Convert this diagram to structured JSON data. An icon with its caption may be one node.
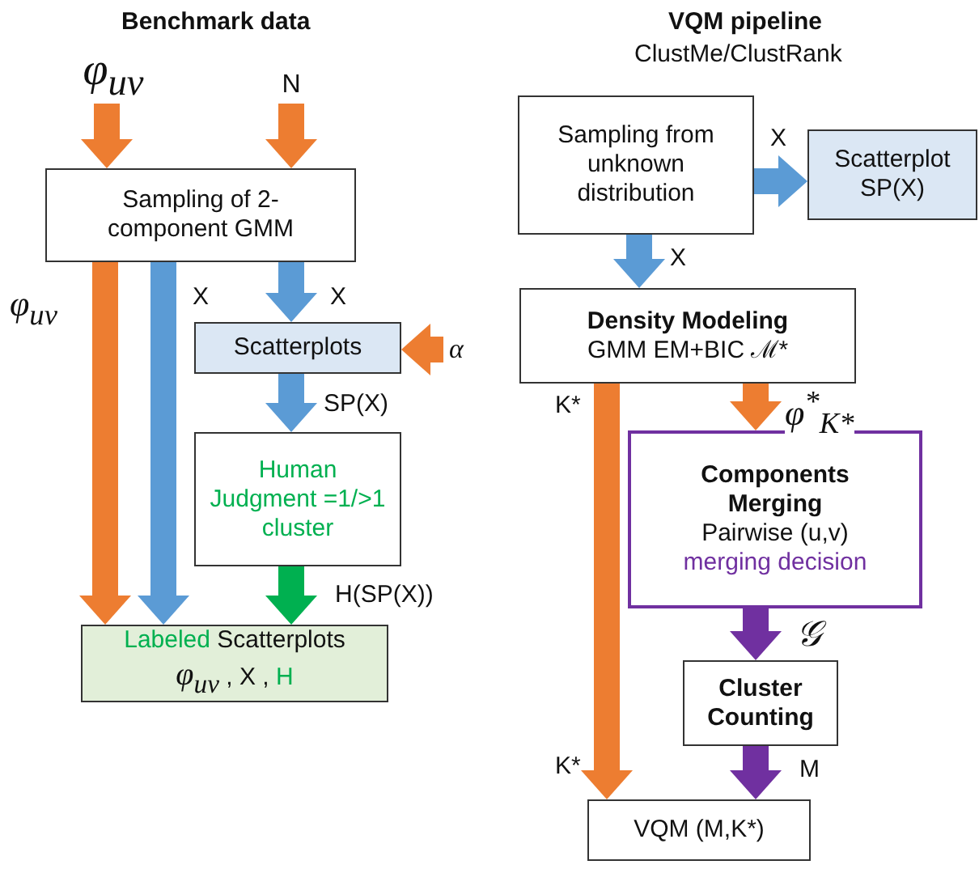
{
  "diagram": {
    "nodes": [
      {
        "text": [
          "φ$_{uv}$"
        ]
      },
      {
        "text": [
          "N"
        ]
      },
      {
        "text": [
          "Sampling of 2-component GMM"
        ]
      },
      {
        "text": [
          "α"
        ]
      },
      {
        "text": [
          "Scatterplots"
        ]
      },
      {
        "text": [
          "Human Judgment =1/>1 cluster"
        ]
      },
      {
        "text": [
          "Labeled",
          "Scatterplots",
          "φ$_{uv}$",
          ", X ,",
          "H"
        ]
      },
      {
        "text": [
          "Sampling from unknown distribution"
        ]
      },
      {
        "text": [
          "Scatterplot SP(X)"
        ]
      },
      {
        "text": [
          "Density Modeling",
          "GMM EM+BIC ℳ*"
        ]
      },
      {
        "text": [
          "Components Merging",
          "Pairwise (u,v)",
          "merging decision"
        ]
      },
      {
        "text": [
          "Cluster Counting"
        ]
      },
      {
        "text": [
          "VQM (M,K*)"
        ]
      }
    ],
    "edges": [
      {
        "from": 0,
        "to": 2,
        "arrow": "to"
      },
      {
        "from": 1,
        "to": 2,
        "arrow": "to"
      },
      {
        "from": 2,
        "to": 6,
        "arrow": "to",
        "label": "φ$_{uv}$"
      },
      {
        "from": 2,
        "to": 6,
        "arrow": "to",
        "label": "X",
        "color": "#5b9bd5"
      },
      {
        "from": 2,
        "to": 4,
        "arrow": "to",
        "label": "X",
        "color": "#5b9bd5"
      },
      {
        "from": 3,
        "to": 4,
        "arrow": "to"
      },
      {
        "from": 4,
        "to": 5,
        "arrow": "to",
        "label": "SP(X)",
        "color": "#5b9bd5"
      },
      {
        "from": 5,
        "to": 6,
        "arrow": "to",
        "label": "H(SP(X))",
        "color": "#00b050"
      },
      {
        "from": 7,
        "to": 8,
        "arrow": "to",
        "label": "X",
        "color": "#5b9bd5"
      },
      {
        "from": 7,
        "to": 9,
        "arrow": "to",
        "label": "X",
        "color": "#5b9bd5"
      },
      {
        "from": 9,
        "to": 12,
        "arrow": "to",
        "label": "K*"
      },
      {
        "from": 9,
        "to": 10,
        "arrow": "to",
        "label": "φ$^{*}$$_{K*}$"
      },
      {
        "from": 10,
        "to": 11,
        "arrow": "to",
        "label": "𝒢",
        "color": "#7030a0"
      },
      {
        "from": 11,
        "to": 12,
        "arrow": "to",
        "label": "M",
        "color": "#7030a0"
      }
    ],
    "labels": [
      "Benchmark data",
      "VQM pipeline",
      "ClustMe/ClustRank",
      "K*"
    ]
  }
}
